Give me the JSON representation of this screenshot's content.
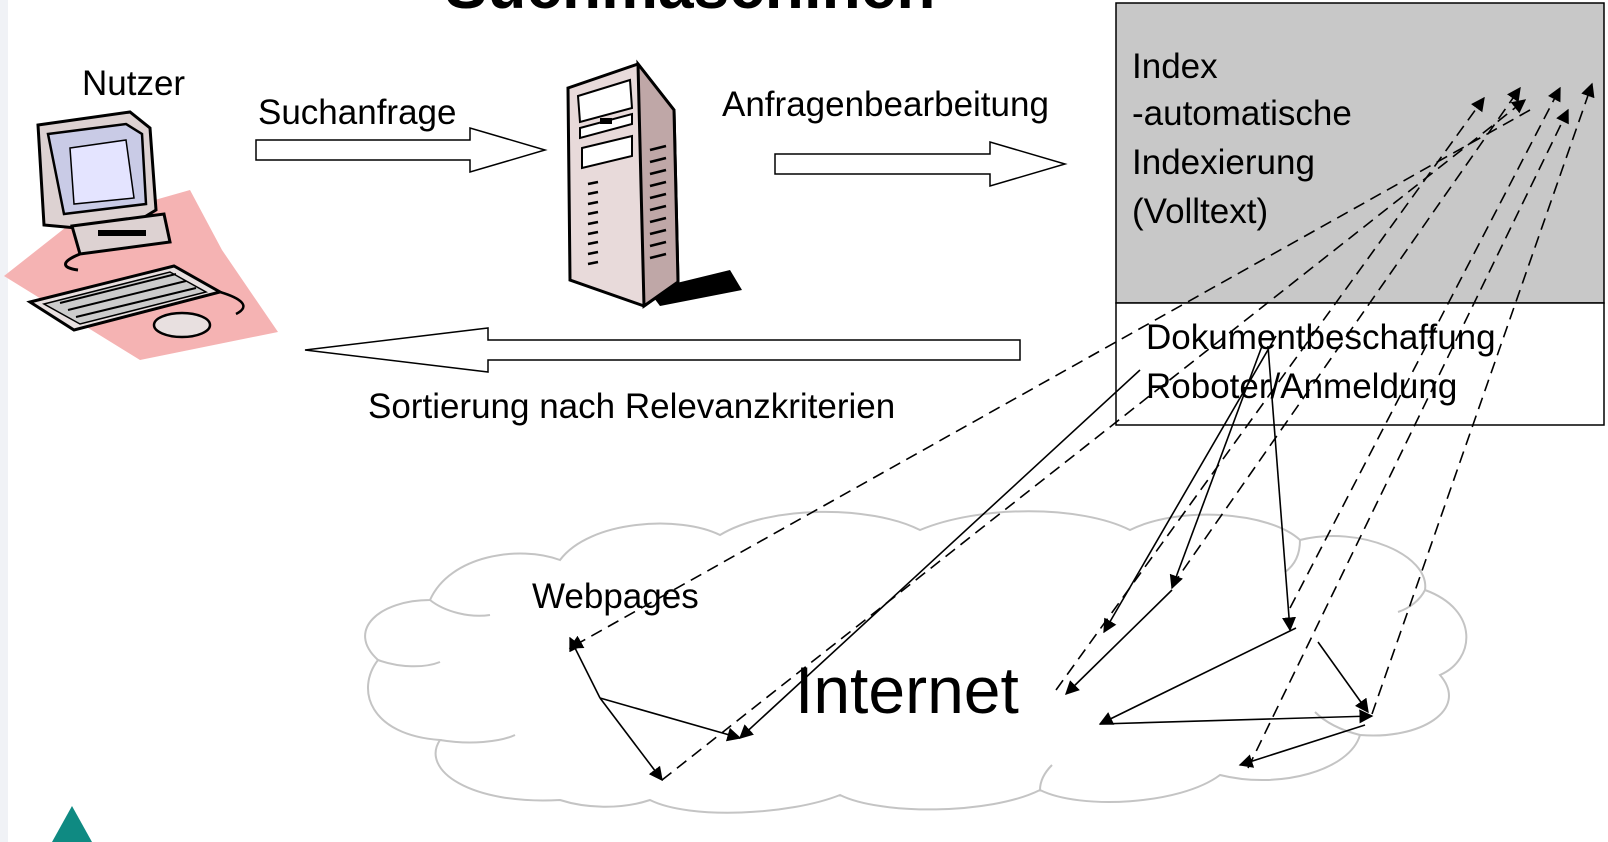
{
  "title_fragment": "Suchmaschinen",
  "labels": {
    "user": "Nutzer",
    "query": "Suchanfrage",
    "processing": "Anfragenbearbeitung",
    "ranking": "Sortierung nach Relevanzkriterien",
    "webpages": "Webpages",
    "internet": "Internet"
  },
  "index_box": {
    "lines": [
      "Index",
      "-automatische",
      "Indexierung",
      "(Volltext)"
    ]
  },
  "retrieval_box": {
    "lines": [
      "Dokumentbeschaffung",
      "Roboter/Anmeldung"
    ]
  },
  "colors": {
    "index_fill": "#c8c8c8",
    "cloud_stroke": "#c4c4c4",
    "monitor_shadow": "#f5b3b3",
    "logo": "#0f8a82"
  },
  "icons": [
    "computer-icon",
    "server-tower-icon",
    "logo-triangle-icon"
  ]
}
